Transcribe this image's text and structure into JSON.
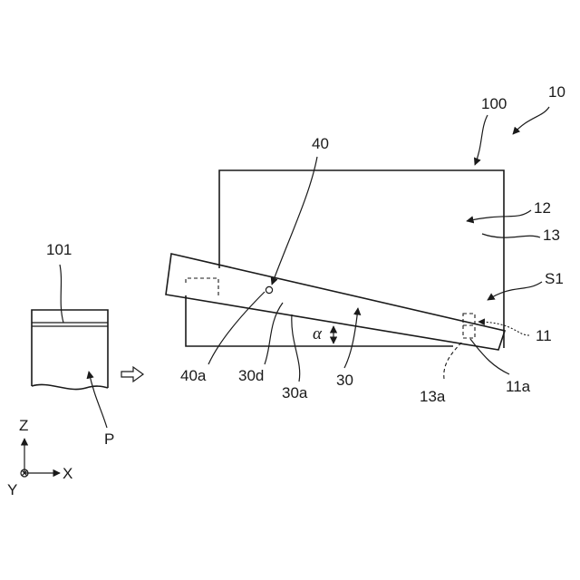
{
  "labels": {
    "l10": "10",
    "l100": "100",
    "l12": "12",
    "l13": "13",
    "lS1": "S1",
    "l11": "11",
    "l11a": "11a",
    "l13a": "13a",
    "l40": "40",
    "l40a": "40a",
    "l30d": "30d",
    "l30a": "30a",
    "l30": "30",
    "lalpha": "α",
    "l101": "101",
    "lP": "P",
    "axisZ": "Z",
    "axisX": "X",
    "axisY": "Y"
  }
}
